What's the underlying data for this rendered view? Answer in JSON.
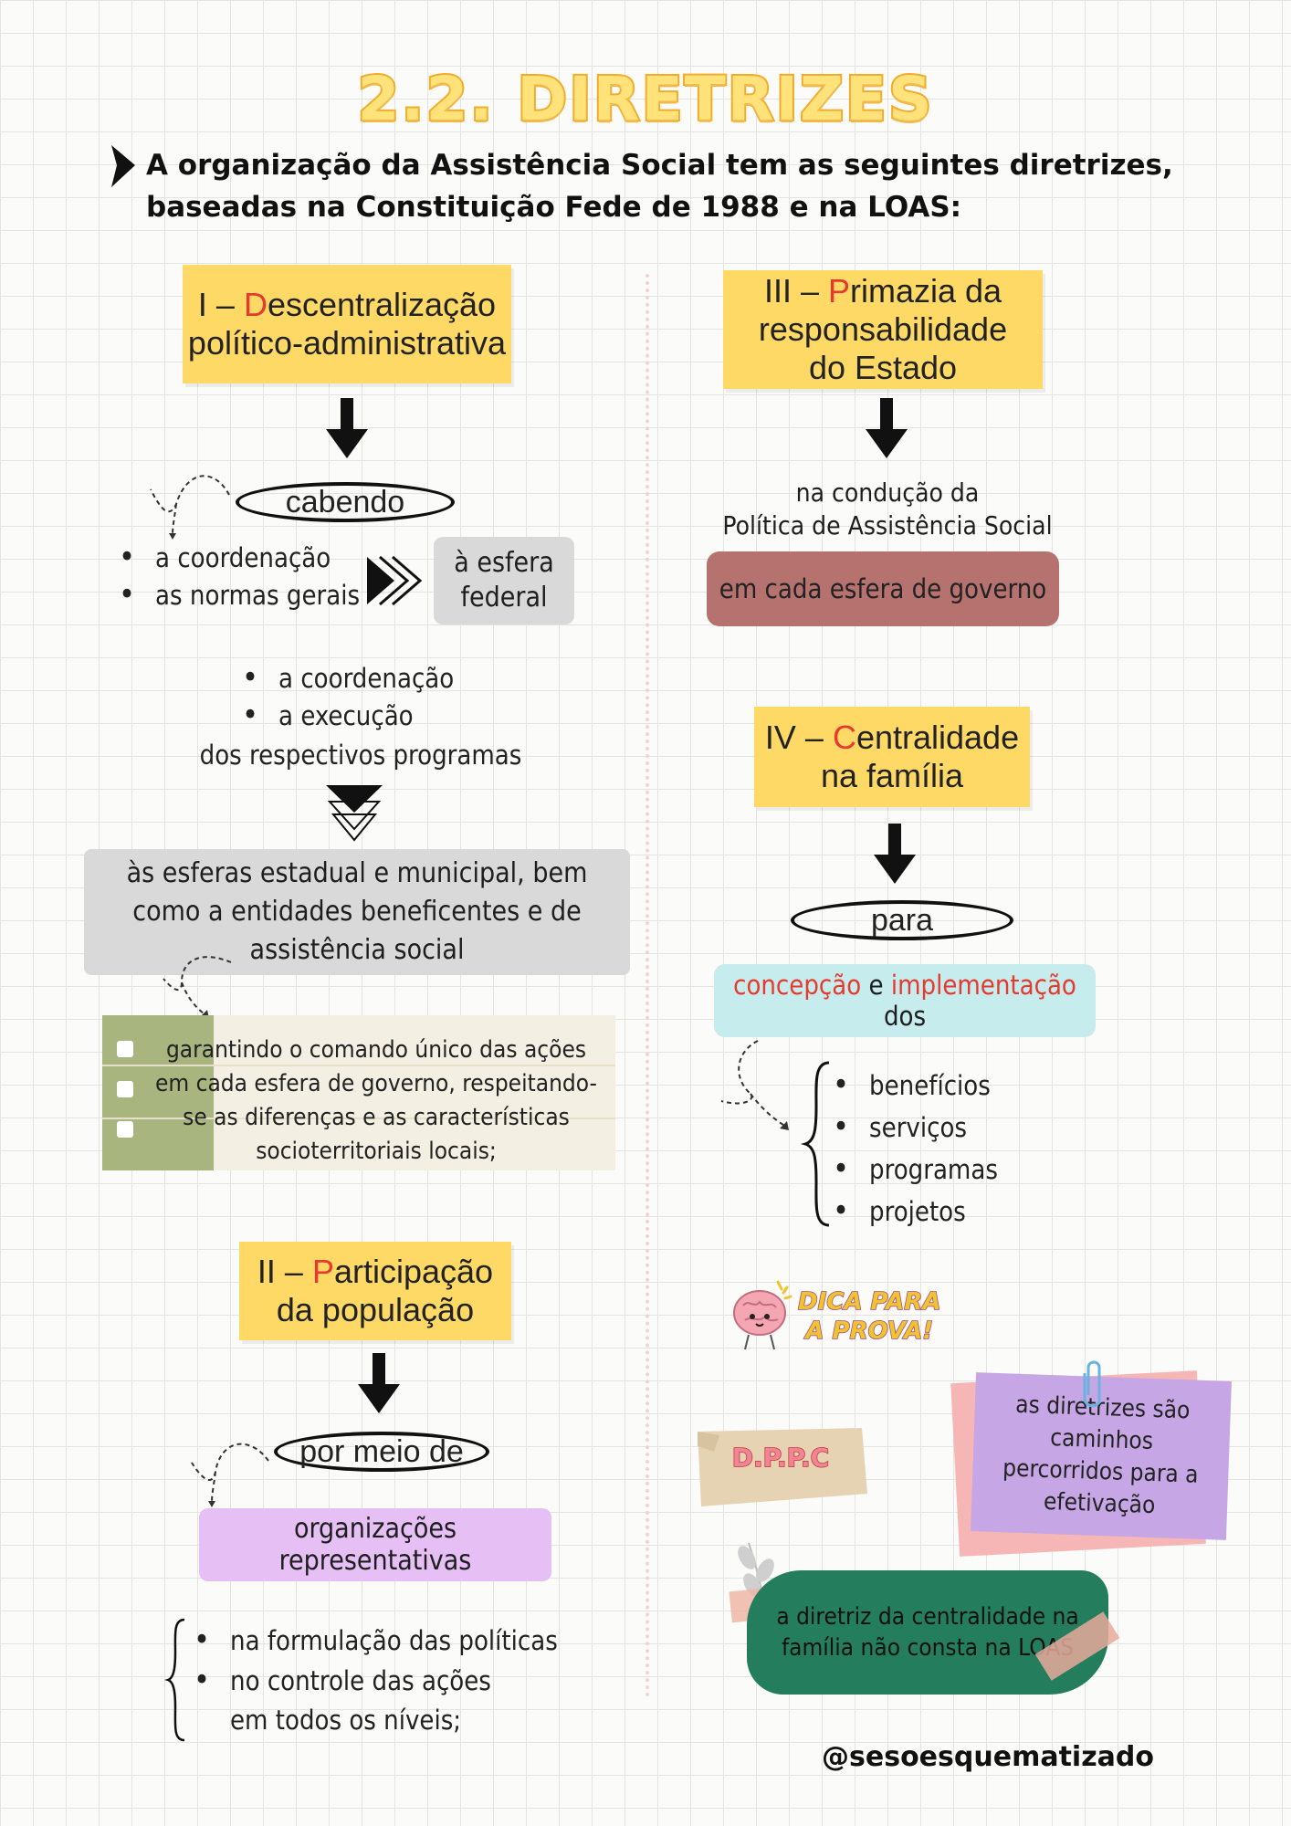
{
  "title": "2.2. DIRETRIZES",
  "intro": "A organização da Assistência Social tem as seguintes diretrizes, baseadas na Constituição Fede de 1988 e na LOAS:",
  "d1": {
    "head_num": "I – ",
    "head_letter": "D",
    "head_rest": "escentralização político-administrativa",
    "pill": "cabendo",
    "fed_items": [
      "a coordenação",
      "as normas gerais"
    ],
    "fed_box": "à esfera federal",
    "state_items": [
      "a coordenação",
      "a execução"
    ],
    "programs": "dos respectivos programas",
    "grey_box": "às esferas estadual e municipal, bem como a entidades beneficentes e de assistência social",
    "note": "garantindo o comando único das ações em cada esfera de governo, respeitando-se as diferenças e as características socioterritoriais locais;"
  },
  "d2": {
    "head_num": "II – ",
    "head_letter": "P",
    "head_rest": "articipação da população",
    "pill": "por meio de",
    "box": "organizações representativas",
    "items": [
      "na formulação das políticas",
      "no controle das ações",
      "em todos os níveis;"
    ]
  },
  "d3": {
    "head_num": "III – ",
    "head_letter": "P",
    "head_rest": "rimazia da responsabilidade do Estado",
    "text1": "na condução da",
    "text2": "Política de Assistência Social",
    "box": "em cada esfera de governo"
  },
  "d4": {
    "head_num": "IV – ",
    "head_letter": "C",
    "head_rest": "entralidade na família",
    "pill": "para",
    "concept_a": "concepção",
    "concept_and": " e ",
    "concept_b": "implementação",
    "concept_dos": " dos",
    "items": [
      "benefícios",
      "serviços",
      "programas",
      "projetos"
    ]
  },
  "tip": {
    "label1": "DICA PARA",
    "label2": "A PROVA!",
    "acronym": "D.P.P.C",
    "purple_note": "as diretrizes são caminhos percorridos para a efetivação",
    "green_note": "a diretriz da centralidade na família não consta na LOAS"
  },
  "handle": "@sesoesquematizado",
  "colors": {
    "yellow": "#ffd966",
    "red_accent": "#e63a2e",
    "grey_box": "#d9d9d9",
    "rose_box": "#b5726f",
    "cyan_box": "#c6ecee",
    "lilac_box": "#e6bff5",
    "olive": "#a8b57e",
    "purple_note": "#c6a6e4",
    "green_note": "#247d5c",
    "title_fill": "#ffe27a",
    "title_stroke": "#f2ac2b"
  }
}
